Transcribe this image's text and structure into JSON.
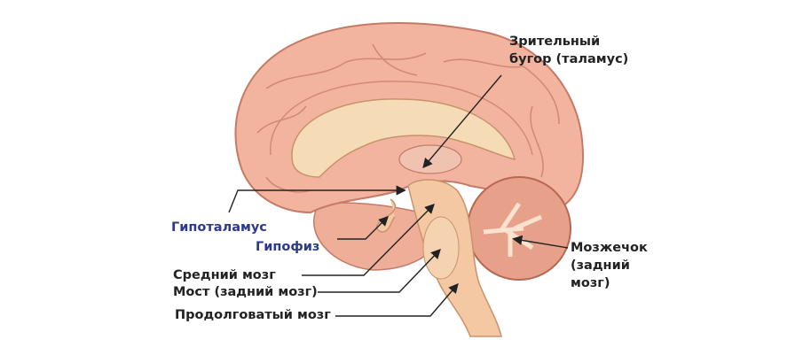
{
  "title": "Строение головного мозга",
  "labels": {
    "thalamus_line1": "Зрительный",
    "thalamus_line2": "бугор (таламус)",
    "hypothalamus": "Гипоталамус",
    "pituitary": "Гипофиз",
    "midbrain": "Средний мозг",
    "pons": "Мост (задний мозг)",
    "medulla": "Продолговатый мозг",
    "cerebellum_line1": "Мозжечок",
    "cerebellum_line2": "(задний",
    "cerebellum_line3": "мозг)"
  },
  "colors": {
    "cortex": "#f2b49e",
    "cortex_outline": "#c47a66",
    "brainstem": "#f3c8a2",
    "corpus_callosum": "#f6dcb6",
    "label_blue": "#2b3a8e",
    "label_dark": "#222222"
  }
}
